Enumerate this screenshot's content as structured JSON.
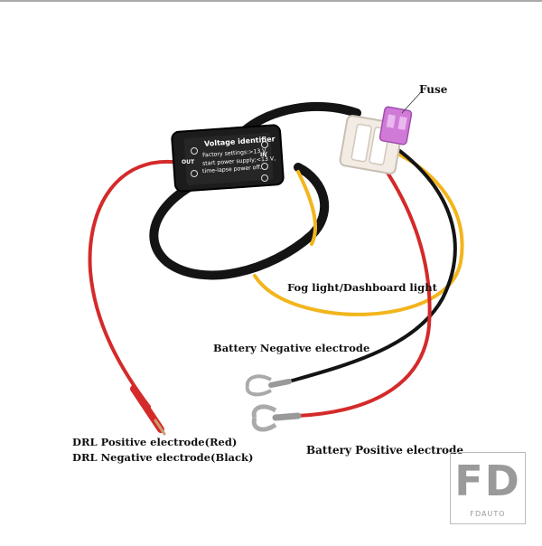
{
  "labels": {
    "fuse": "Fuse",
    "fog_light": "Fog light/Dashboard light",
    "battery_negative": "Battery Negative electrode",
    "battery_positive": "Battery Positive electrode",
    "drl_positive": "DRL Positive electrode(Red)",
    "drl_negative": "DRL Negative electrode(Black)"
  },
  "module": {
    "title": "Voltage identifier",
    "line1": "Factory settings:>13 V,",
    "line2": "start power supply;<13 V,",
    "line3": "time-lapse power off.",
    "out_label": "OUT",
    "in_label": "IN"
  },
  "watermark": {
    "logo": "FD",
    "caption": "FDAUTO"
  },
  "colors": {
    "wire_black": "#141414",
    "wire_red": "#d42a2a",
    "wire_yellow": "#f2b51c",
    "fuse_pink": "#d07ad8",
    "module_body": "#1c1c1c",
    "background": "#ffffff"
  }
}
